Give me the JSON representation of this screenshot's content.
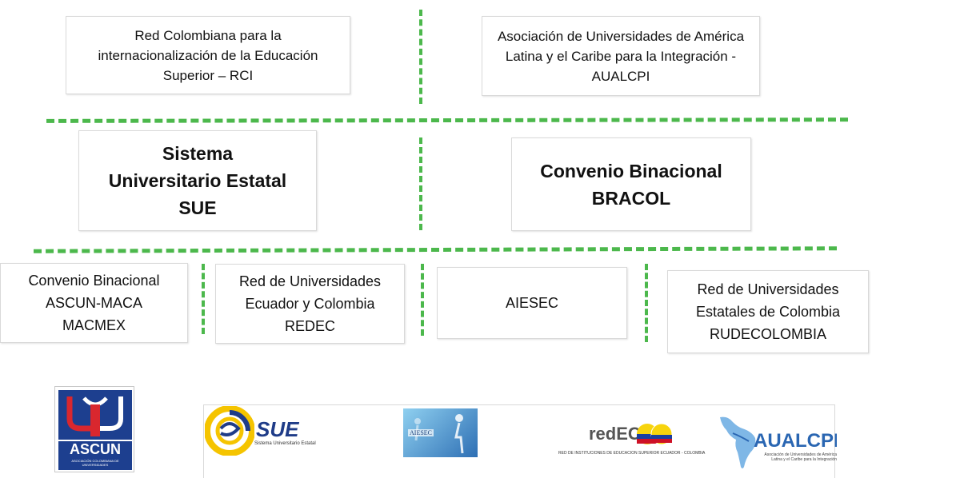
{
  "colors": {
    "connector": "#4cb84c",
    "ascun_blue": "#1d3f8f",
    "ascun_red": "#d9272e",
    "sue_blue": "#1f3c88",
    "sue_yellow": "#f5c400",
    "aiesec_blue": "#2e6fb4",
    "aualcpi_blue": "#2a66b2"
  },
  "row1": {
    "rci": "Red Colombiana para la\ninternacionalización de la Educación\nSuperior – RCI",
    "aualcpi": "Asociación de Universidades de América\nLatina y el Caribe para la Integración -\nAUALCPI"
  },
  "row2": {
    "sue": "Sistema\nUniversitario Estatal\nSUE",
    "bracol": "Convenio Binacional\nBRACOL"
  },
  "row3": {
    "ascun_maca": "Convenio Binacional\nASCUN-MACA\nMACMEX",
    "redec": "Red de Universidades\nEcuador y Colombia\nREDEC",
    "aiesec": "AIESEC",
    "rudecolombia": "Red de Universidades\nEstatales de Colombia\nRUDECOLOMBIA"
  },
  "logos": {
    "ascun": {
      "name": "ASCUN",
      "sub": "ASOCIACIÓN COLOMBIANA DE UNIVERSIDADES",
      "icon": "ascun-emblem"
    },
    "sue": {
      "name": "SUE",
      "sub": "Sistema Universitario Estatal",
      "icon": "sue-swirl"
    },
    "aiesec": {
      "name": "AIESEC",
      "icon": "aiesec-banner"
    },
    "redec": {
      "name": "redEC",
      "sub": "RED DE INSTITUCIONES DE EDUCACIÓN SUPERIOR ECUADOR - COLOMBIA",
      "icon": "redec-flags"
    },
    "aualcpi": {
      "name": "AUALCPI",
      "sub": "Asociación de Universidades de América Latina y el Caribe para la Integración",
      "icon": "latin-america-map"
    }
  }
}
